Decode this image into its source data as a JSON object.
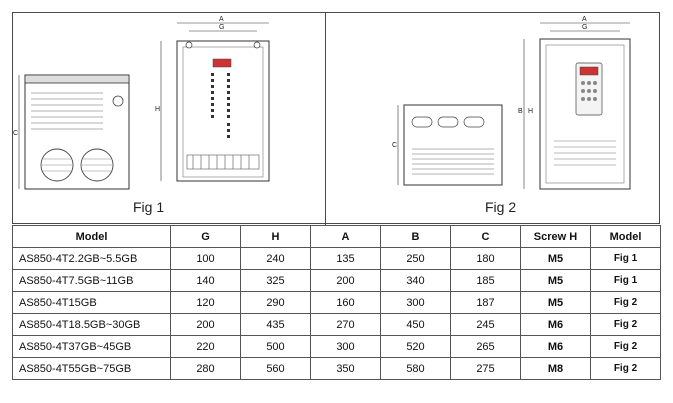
{
  "figures": {
    "fig1_caption": "Fig 1",
    "fig2_caption": "Fig 2",
    "dimension_letters": {
      "A": "A",
      "G": "G",
      "H": "H",
      "B": "B",
      "C": "C"
    }
  },
  "table": {
    "headers": [
      "Model",
      "G",
      "H",
      "A",
      "B",
      "C",
      "Screw  H",
      "Model"
    ],
    "rows": [
      [
        "AS850-4T2.2GB~5.5GB",
        "100",
        "240",
        "135",
        "250",
        "180",
        "M5",
        "Fig 1"
      ],
      [
        "AS850-4T7.5GB~11GB",
        "140",
        "325",
        "200",
        "340",
        "185",
        "M5",
        "Fig 1"
      ],
      [
        "AS850-4T15GB",
        "120",
        "290",
        "160",
        "300",
        "187",
        "M5",
        "Fig 2"
      ],
      [
        "AS850-4T18.5GB~30GB",
        "200",
        "435",
        "270",
        "450",
        "245",
        "M6",
        "Fig 2"
      ],
      [
        "AS850-4T37GB~45GB",
        "220",
        "500",
        "300",
        "520",
        "265",
        "M6",
        "Fig 2"
      ],
      [
        "AS850-4T55GB~75GB",
        "280",
        "560",
        "350",
        "580",
        "275",
        "M8",
        "Fig 2"
      ]
    ]
  }
}
